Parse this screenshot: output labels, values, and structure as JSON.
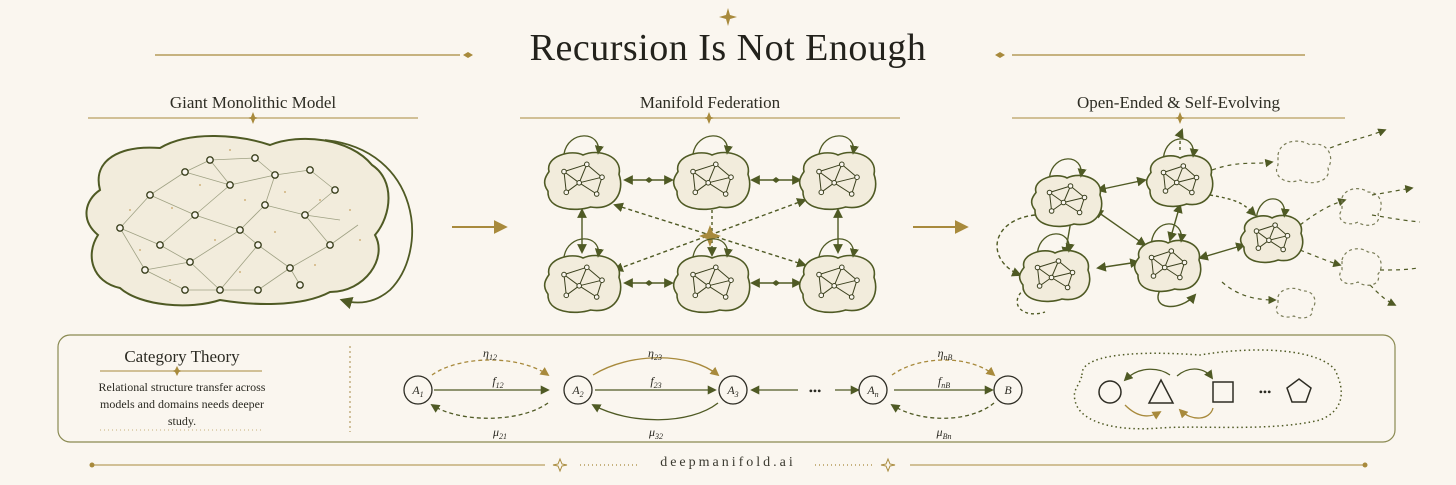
{
  "title": "Recursion Is Not Enough",
  "panels": [
    {
      "title": "Giant Monolithic Model"
    },
    {
      "title": "Manifold Federation"
    },
    {
      "title": "Open-Ended & Self-Evolving"
    }
  ],
  "category_theory": {
    "title": "Category Theory",
    "description": "Relational structure transfer across models and domains needs deeper study.",
    "nodes": [
      "A1",
      "A2",
      "A3",
      "An",
      "B"
    ],
    "ellipsis": "•••",
    "morphisms": [
      {
        "top": "η12",
        "mid": "f12",
        "bottom": "μ21"
      },
      {
        "top": "η23",
        "mid": "f23",
        "bottom": "μ32"
      },
      {
        "top": "ηnB",
        "mid": "fnB",
        "bottom": "μBn"
      }
    ]
  },
  "footer": "deepmanifold.ai",
  "colors": {
    "background": "#faf6ef",
    "olive": "#4f5a24",
    "gold": "#a88a3c",
    "ink": "#2b2a22"
  }
}
